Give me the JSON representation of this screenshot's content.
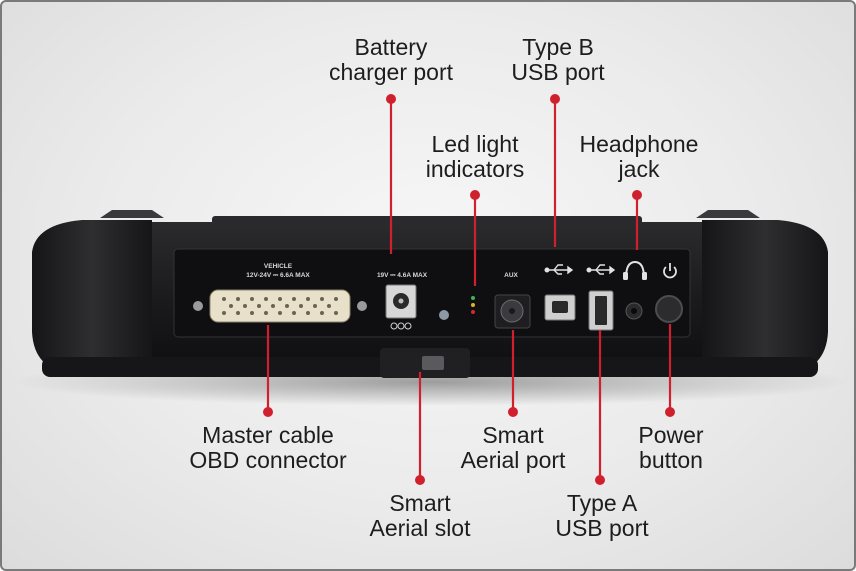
{
  "panel_text": {
    "vehicle_label": "VEHICLE",
    "vehicle_rating": "12V-24V ⎓ 6.6A MAX",
    "charger_rating": "19V ⎓ 4.6A MAX",
    "aux_label": "AUX"
  },
  "callouts": [
    {
      "id": "battery-charger-port",
      "lines": [
        "Battery",
        "charger port"
      ]
    },
    {
      "id": "type-b-usb-port",
      "lines": [
        "Type B",
        "USB port"
      ]
    },
    {
      "id": "led-light-indicators",
      "lines": [
        "Led light",
        "indicators"
      ]
    },
    {
      "id": "headphone-jack",
      "lines": [
        "Headphone",
        "jack"
      ]
    },
    {
      "id": "master-cable-obd-connector",
      "lines": [
        "Master cable",
        "OBD connector"
      ]
    },
    {
      "id": "smart-aerial-port",
      "lines": [
        "Smart",
        "Aerial port"
      ]
    },
    {
      "id": "power-button",
      "lines": [
        "Power",
        "button"
      ]
    },
    {
      "id": "smart-aerial-slot",
      "lines": [
        "Smart",
        "Aerial slot"
      ]
    },
    {
      "id": "type-a-usb-port",
      "lines": [
        "Type A",
        "USB port"
      ]
    }
  ],
  "colors": {
    "leader_red": "#d0202e",
    "device_body": "#1c1c1e",
    "panel": "#101012"
  }
}
